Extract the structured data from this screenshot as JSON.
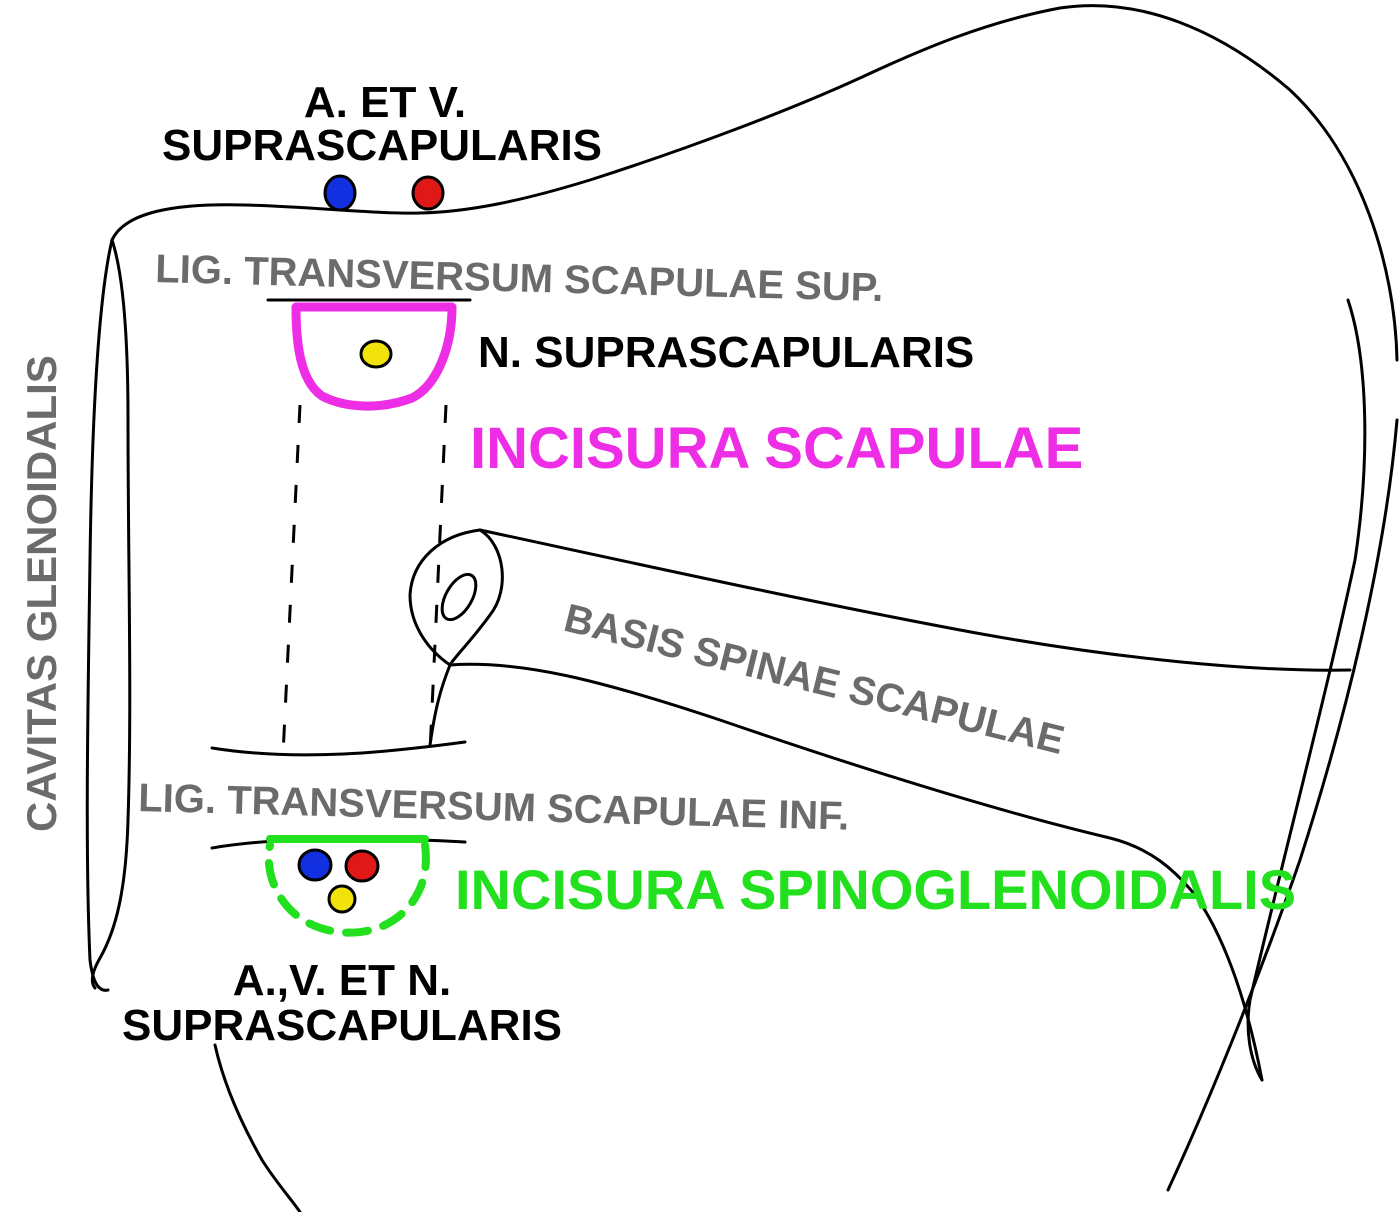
{
  "labels": {
    "av_supra_top_1": "A. ET V.",
    "av_supra_top_2": "SUPRASCAPULARIS",
    "lig_sup": "LIG. TRANSVERSUM SCAPULAE SUP.",
    "n_supra": "N. SUPRASCAPULARIS",
    "incisura_scapulae": "INCISURA SCAPULAE",
    "cavitas": "CAVITAS GLENOIDALIS",
    "basis_spinae": "BASIS SPINAE SCAPULAE",
    "lig_inf": "LIG. TRANSVERSUM SCAPULAE INF.",
    "incisura_spino": "INCISURA SPINOGLENOIDALIS",
    "avn_supra_1": "A.,V. ET N.",
    "avn_supra_2": "SUPRASCAPULARIS"
  },
  "colors": {
    "outline": "#000000",
    "gray_label": "#6b6b6b",
    "magenta": "#ee2ee6",
    "green": "#22e01e",
    "vein_blue": "#1230e0",
    "artery_red": "#e01818",
    "nerve_yellow": "#f2e20c"
  },
  "vessels": {
    "vein": "vein",
    "artery": "artery",
    "nerve": "nerve"
  }
}
